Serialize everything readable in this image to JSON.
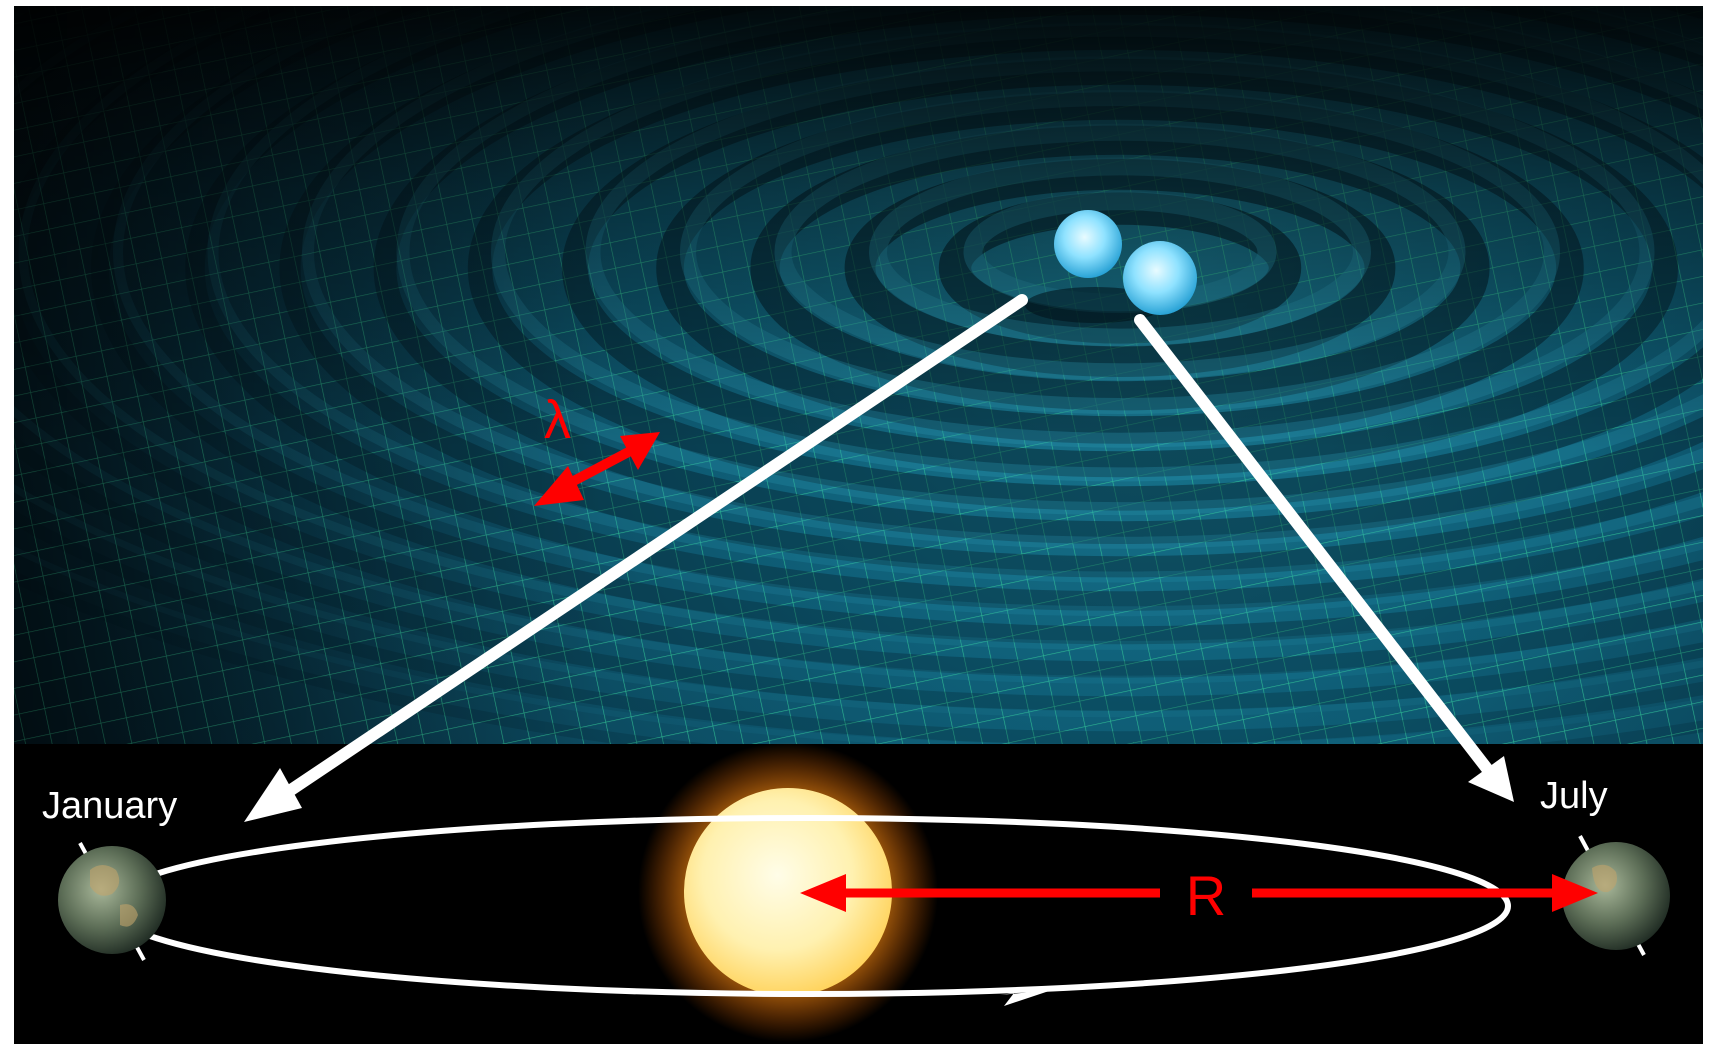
{
  "labels": {
    "wavelength": "λ",
    "january": "January",
    "july": "July",
    "distance": "R"
  },
  "colors": {
    "background": "#ffffff",
    "space": "#000000",
    "fabric": "#0d5a72",
    "grid_line": "#37d29a",
    "annotation_red": "#ff0000",
    "arrow_white": "#ffffff",
    "sun_core": "#fff7c8",
    "sun_glow": "#ff9a1a",
    "black_hole": "#9fe6ff"
  },
  "icons": {
    "binary_objects": "glowing-sphere-icon",
    "sun": "sun-icon",
    "earth": "earth-icon"
  }
}
